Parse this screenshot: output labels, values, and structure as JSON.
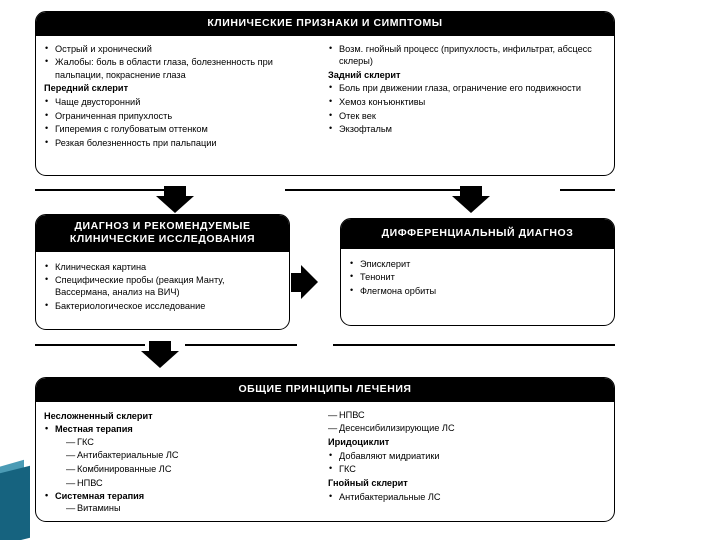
{
  "slide": {
    "accent_color": "#16637f",
    "box_border_color": "#000000",
    "header_bg": "#000000",
    "header_text_color": "#ffffff"
  },
  "boxes": {
    "signs": {
      "title": "КЛИНИЧЕСКИЕ ПРИЗНАКИ И СИМПТОМЫ",
      "left_column": {
        "items": [
          "Острый и хронический",
          "Жалобы: боль в области глаза, болезненность при пальпации, покраснение глаза"
        ],
        "subheading": "Передний склерит",
        "sub_items": [
          "Чаще двусторонний",
          "Ограниченная припухлость",
          "Гиперемия с голубоватым оттенком",
          "Резкая болезненность при пальпации"
        ]
      },
      "right_column": {
        "items": [
          "Возм. гнойный процесс (припухлость, инфильтрат, абсцесс склеры)"
        ],
        "subheading": "Задний склерит",
        "sub_items": [
          "Боль при движении глаза, ограничение его подвижности",
          "Хемоз конъюнктивы",
          "Отек век",
          "Экзофтальм"
        ]
      }
    },
    "diagnosis": {
      "title_line1": "ДИАГНОЗ И РЕКОМЕНДУЕМЫЕ",
      "title_line2": "КЛИНИЧЕСКИЕ ИССЛЕДОВАНИЯ",
      "items": [
        "Клиническая картина",
        "Специфические пробы (реакция Манту, Вассермана, анализ на ВИЧ)",
        "Бактериологическое исследование"
      ]
    },
    "differential": {
      "title": "ДИФФЕРЕНЦИАЛЬНЫЙ ДИАГНОЗ",
      "items": [
        "Эписклерит",
        "Тенонит",
        "Флегмона орбиты"
      ]
    },
    "treatment": {
      "title": "ОБЩИЕ ПРИНЦИПЫ ЛЕЧЕНИЯ",
      "left_column": {
        "subheading": "Несложненный склерит",
        "groups": [
          {
            "label": "Местная терапия",
            "sub_items": [
              "ГКС",
              "Антибактериальные ЛС",
              "Комбинированные ЛС",
              "НПВС"
            ]
          },
          {
            "label": "Системная терапия",
            "sub_items": [
              "Витамины"
            ]
          }
        ]
      },
      "right_column": {
        "continued_items": [
          "НПВС",
          "Десенсибилизирующие ЛС"
        ],
        "sections": [
          {
            "subheading": "Иридоциклит",
            "items": [
              "Добавляют мидриатики",
              "ГКС"
            ]
          },
          {
            "subheading": "Гнойный склерит",
            "items": [
              "Антибактериальные ЛС"
            ]
          }
        ]
      }
    }
  }
}
